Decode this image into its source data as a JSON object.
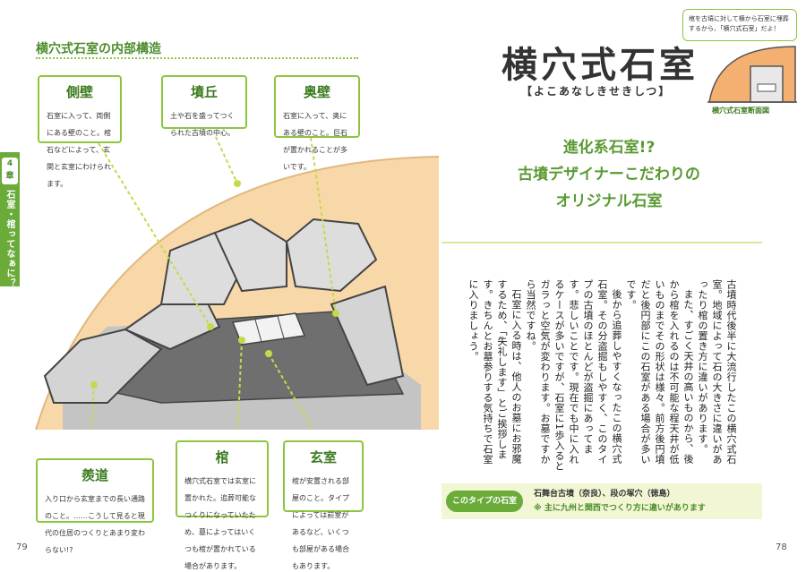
{
  "left_page": {
    "section_title": "横穴式石室の内部構造",
    "chapter": {
      "number": "4",
      "suffix": "章",
      "side_text": "石室・棺ってなぁに？"
    },
    "page_number": "79",
    "callouts": {
      "sokuheki": {
        "title": "側壁",
        "text": "石室に入って、両側にある壁のこと。棺石などによって、玄関と玄室にわけられます。"
      },
      "funkyu": {
        "title": "墳丘",
        "text": "土や石を盛ってつくられた古墳の中心。"
      },
      "okukabe": {
        "title": "奥壁",
        "text": "石室に入って、奥にある壁のこと。巨石が置かれることが多いです。"
      },
      "sendo": {
        "title": "羨道",
        "text": "入り口から玄室までの長い通路のこと。……こうして見ると現代の住居のつくりとあまり変わらない!?"
      },
      "hitsugi": {
        "title": "棺",
        "text": "横穴式石室では玄室に置かれた。追葬可能なつくりになっていたため、墓によってはいくつも棺が置かれている場合があります。"
      },
      "genshitsu": {
        "title": "玄室",
        "text": "棺が安置される部屋のこと。タイプによっては前室があるなど、いくつも部屋がある場合もあります。"
      }
    }
  },
  "right_page": {
    "title": "横穴式石室",
    "reading": "【よこあなしきせきしつ】",
    "bubble": "棺を古墳に対して横から石室に埋葬するから、「横穴式石室」だよ！",
    "cross_section_label": "横穴式石室断面図",
    "subtitle_lines": [
      "進化系石室!?",
      "古墳デザイナーこだわりの",
      "オリジナル石室"
    ],
    "body_paragraphs": [
      "古墳時代後半に大流行したこの横穴式石室。地域によって石の大きさに違いがあったり棺の置き方に違いがあります。",
      "また、すごく天井の高いものから、後から棺を入れるのは不可能な程天井が低いものまでその形状は様々。前方後円墳だと後円部にこの石室がある場合が多いです。",
      "後から追葬しやすくなったこの横穴式石室。その分盗掘もしやすく、このタイプの古墳のほとんどが盗掘にあってます。悲しいことです。現在でも中に入れるケースが多いですが、石室に1歩入るとガラっと空気が変わります。お墓ですから当然ですね。",
      "石室に入る時は、他人のお墓にお邪魔するため、「失礼します」とご挨拶します。きちんとお墓参りする気持ちで石室に入りましょう。"
    ],
    "type_badge": "このタイプの石室",
    "type_examples": "石舞台古墳（奈良）、段の塚穴（徳島）",
    "type_note": "※ 主に九州と関西でつくり方に違いがあります",
    "page_number": "78"
  },
  "colors": {
    "accent_green": "#6aab3a",
    "border_green": "#8cc63f",
    "mound": "#f8d8a8",
    "stone": "#cfcfcf",
    "floor": "#8a8a8a"
  }
}
